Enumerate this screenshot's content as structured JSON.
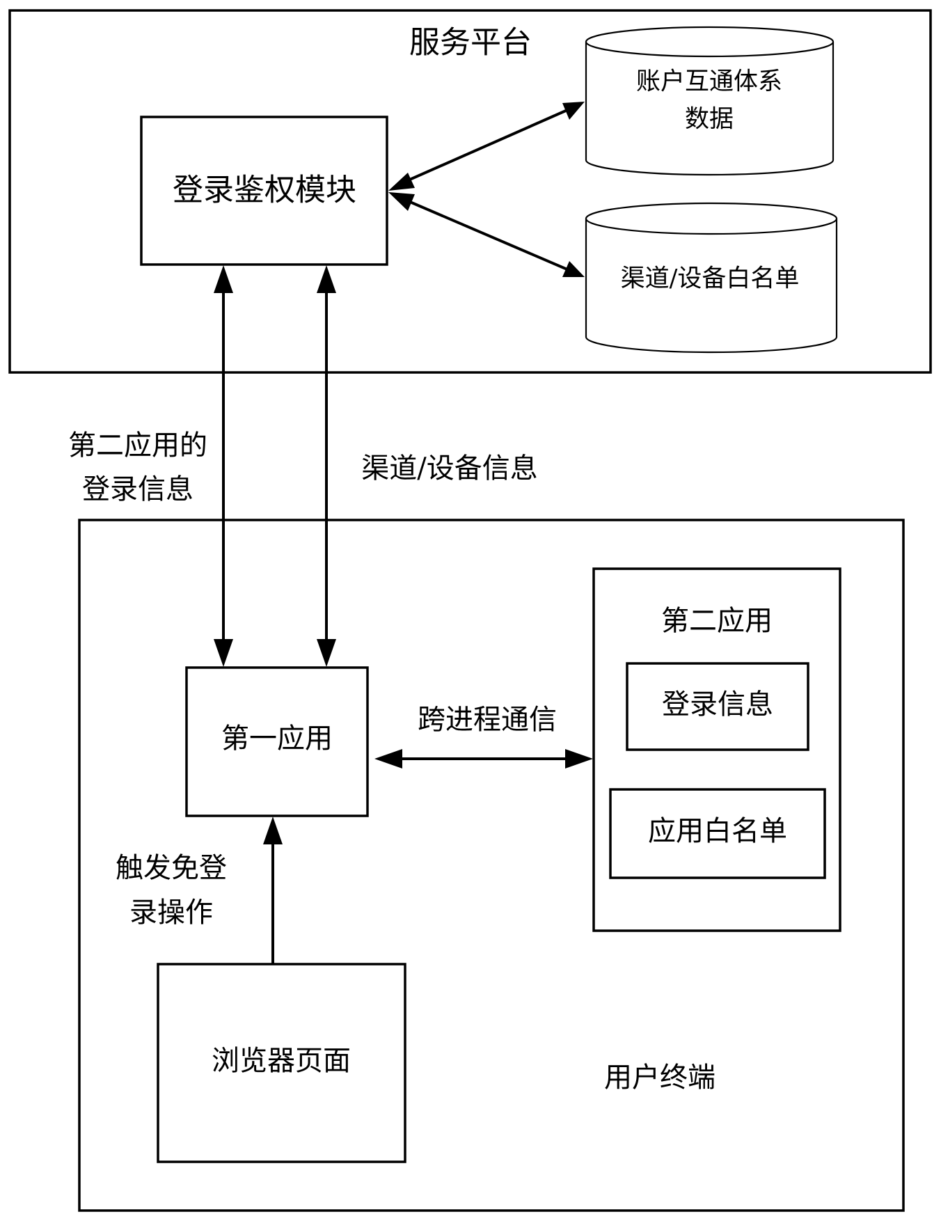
{
  "diagram": {
    "service_platform": {
      "title": "服务平台",
      "auth_module": "登录鉴权模块",
      "account_db": {
        "line1": "账户互通体系",
        "line2": "数据"
      },
      "whitelist_db": "渠道/设备白名单"
    },
    "edges": {
      "login_info_label": {
        "line1": "第二应用的",
        "line2": "登录信息"
      },
      "channel_device_label": "渠道/设备信息",
      "ipc_label": "跨进程通信",
      "trigger_label": {
        "line1": "触发免登",
        "line2": "录操作"
      }
    },
    "user_terminal": {
      "title": "用户终端",
      "first_app": "第一应用",
      "second_app": {
        "title": "第二应用",
        "login_info": "登录信息",
        "app_whitelist": "应用白名单"
      },
      "browser_page": "浏览器页面"
    }
  },
  "colors": {
    "stroke": "#000000",
    "background": "#ffffff"
  }
}
